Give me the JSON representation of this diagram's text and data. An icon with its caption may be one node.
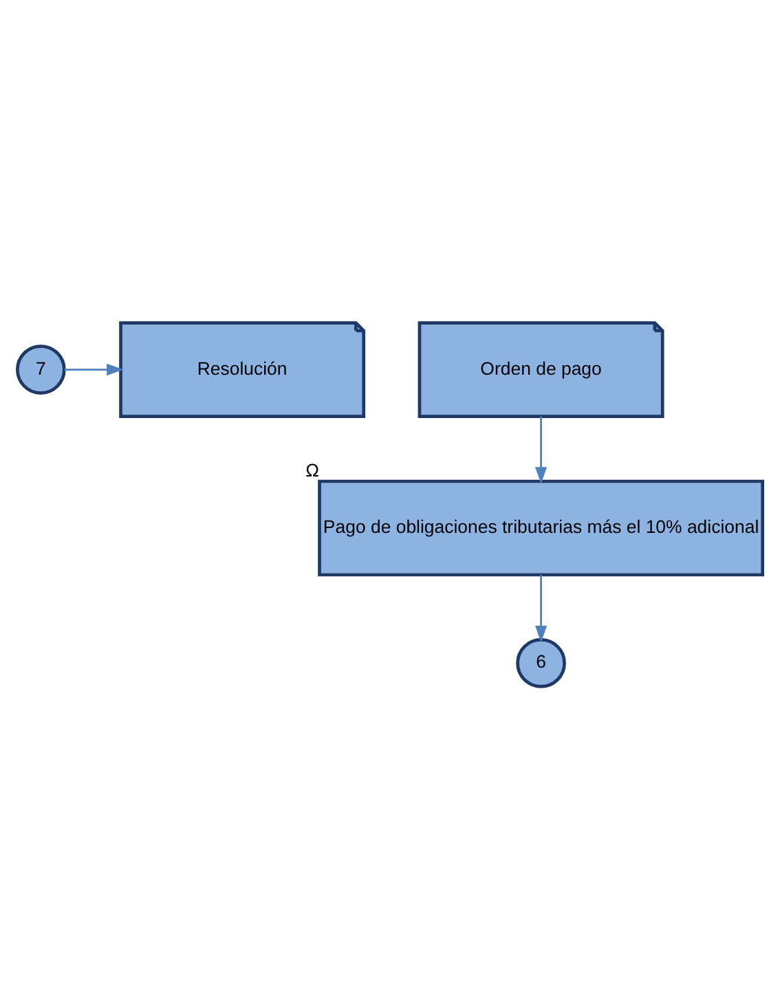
{
  "diagram": {
    "nodes": [
      {
        "text": [
          "7"
        ]
      },
      {
        "text": [
          "Resolución"
        ]
      },
      {
        "text": [
          "Orden de pago"
        ]
      },
      {
        "text": [
          "Pago de obligaciones tributarias más el 10% adicional"
        ],
        "beside": [
          "Ω"
        ]
      },
      {
        "text": [
          "6"
        ]
      }
    ],
    "edges": [
      {
        "from": 0,
        "to": 1,
        "arrow": "to"
      },
      {
        "from": 2,
        "to": 3,
        "arrow": "to"
      },
      {
        "from": 3,
        "to": 4,
        "arrow": "to"
      }
    ]
  }
}
